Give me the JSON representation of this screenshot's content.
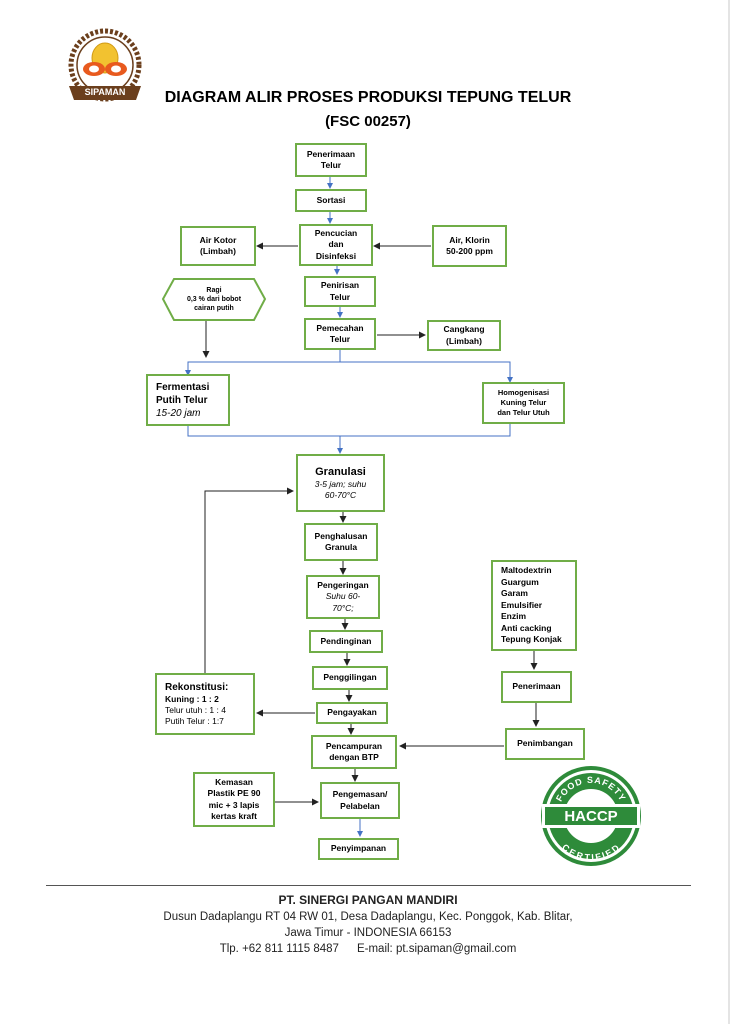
{
  "header": {
    "logo_text": "SIPAMAN",
    "title": "DIAGRAM ALIR PROSES PRODUKSI TEPUNG TELUR",
    "code": "(FSC 00257)"
  },
  "nodes": {
    "penerimaan_telur": [
      "Penerimaan",
      "Telur"
    ],
    "sortasi": "Sortasi",
    "pencucian": [
      "Pencucian",
      "dan",
      "Disinfeksi"
    ],
    "air_kotor": [
      "Air Kotor",
      "(Limbah)"
    ],
    "air_klorin": [
      "Air, Klorin",
      "50-200 ppm"
    ],
    "ragi": [
      "Ragi",
      "0,3 % dari bobot",
      "cairan putih"
    ],
    "penirisan": [
      "Penirisan",
      "Telur"
    ],
    "pemecahan": [
      "Pemecahan",
      "Telur"
    ],
    "cangkang": [
      "Cangkang",
      "(Limbah)"
    ],
    "fermentasi": {
      "line1": "Fermentasi",
      "line2": "Putih Telur",
      "note": "15-20 jam"
    },
    "homogenisasi": [
      "Homogenisasi",
      "Kuning Telur",
      "dan Telur Utuh"
    ],
    "granulasi": {
      "label": "Granulasi",
      "note1": "3-5 jam; suhu",
      "note2": "60-70°C"
    },
    "penghalusan": [
      "Penghalusan",
      "Granula"
    ],
    "pengeringan": {
      "label": "Pengeringan",
      "note1": "Suhu 60-",
      "note2": "70°C;"
    },
    "pendinginan": "Pendinginan",
    "penggilingan": "Penggilingan",
    "pengayakan": "Pengayakan",
    "rekonstitusi": {
      "title": "Rekonstitusi:",
      "l1": "Kuning : 1 : 2",
      "l2": "Telur utuh : 1 : 4",
      "l3": "Putih Telur : 1:7"
    },
    "bahan": [
      "Maltodextrin",
      "Guargum",
      "Garam",
      "Emulsifier",
      "Enzim",
      "Anti cacking",
      "Tepung Konjak"
    ],
    "penerimaan2": "Penerimaan",
    "penimbangan": "Penimbangan",
    "pencampuran": [
      "Pencampuran",
      "dengan BTP"
    ],
    "kemasan": [
      "Kemasan",
      "Plastik PE 90",
      "mic + 3 lapis",
      "kertas kraft"
    ],
    "pengemasan": [
      "Pengemasan/",
      "Pelabelan"
    ],
    "penyimpanan": "Penyimpanan"
  },
  "badge": {
    "top": "FOOD SAFETY",
    "main": "HACCP",
    "bottom": "CERTIFIED"
  },
  "footer": {
    "company": "PT. SINERGI PANGAN MANDIRI",
    "address1": "Dusun Dadaplangu RT 04 RW 01, Desa Dadaplangu, Kec. Ponggok, Kab. Blitar,",
    "address2": "Jawa Timur - INDONESIA  66153",
    "phone": "Tlp. +62 811 1115 8487",
    "email": "E-mail: pt.sipaman@gmail.com"
  },
  "colors": {
    "box_border": "#70ad47",
    "arrow_blue": "#4472c4",
    "arrow_black": "#222222",
    "badge_green": "#2e8b3a",
    "logo_brown": "#6b3f1d",
    "logo_yellow": "#f2c230"
  }
}
